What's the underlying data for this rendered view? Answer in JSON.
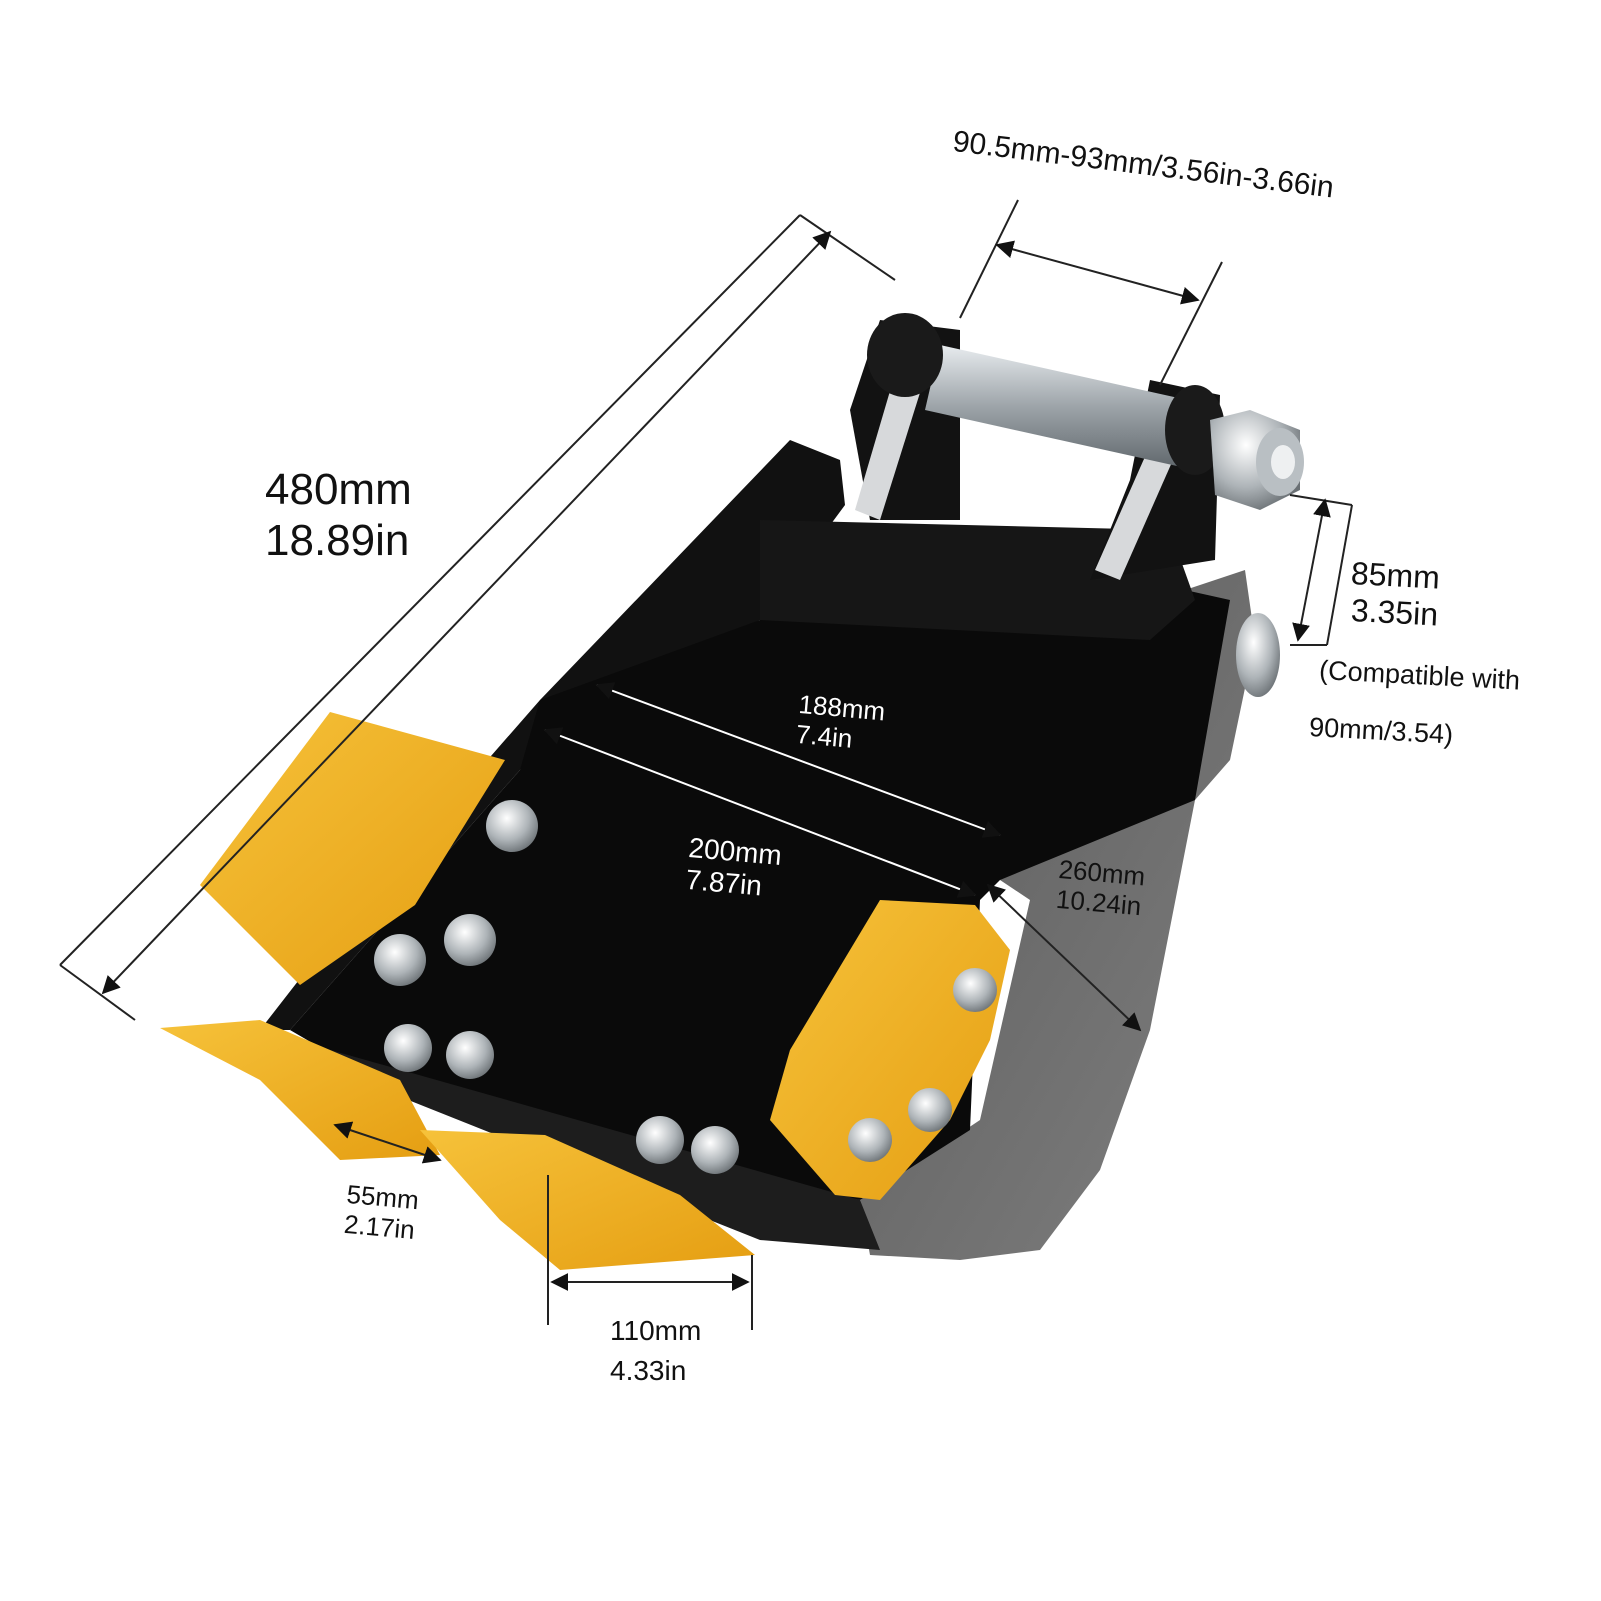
{
  "product": {
    "name": "Mini excavator digging bucket with yellow teeth",
    "colors": {
      "body": "#0b0b0b",
      "side_plate": "#6c6c6c",
      "teeth": "#f2b01e",
      "pin": "#c9cdd1",
      "dim_line": "#222222"
    }
  },
  "dimensions": {
    "length": {
      "mm": "480mm",
      "in": "18.89in"
    },
    "pin_width": {
      "text": "90.5mm-93mm/3.56in-3.66in"
    },
    "pin_diameter": {
      "mm": "85mm",
      "in": "3.35in",
      "note_line1": "(Compatible with",
      "note_line2": "90mm/3.54)"
    },
    "inner_top_width": {
      "mm": "188mm",
      "in": "7.4in"
    },
    "inner_bottom_width": {
      "mm": "200mm",
      "in": "7.87in"
    },
    "depth": {
      "mm": "260mm",
      "in": "10.24in"
    },
    "tooth_width": {
      "mm": "55mm",
      "in": "2.17in"
    },
    "tooth_spacing": {
      "mm": "110mm",
      "in": "4.33in"
    }
  }
}
